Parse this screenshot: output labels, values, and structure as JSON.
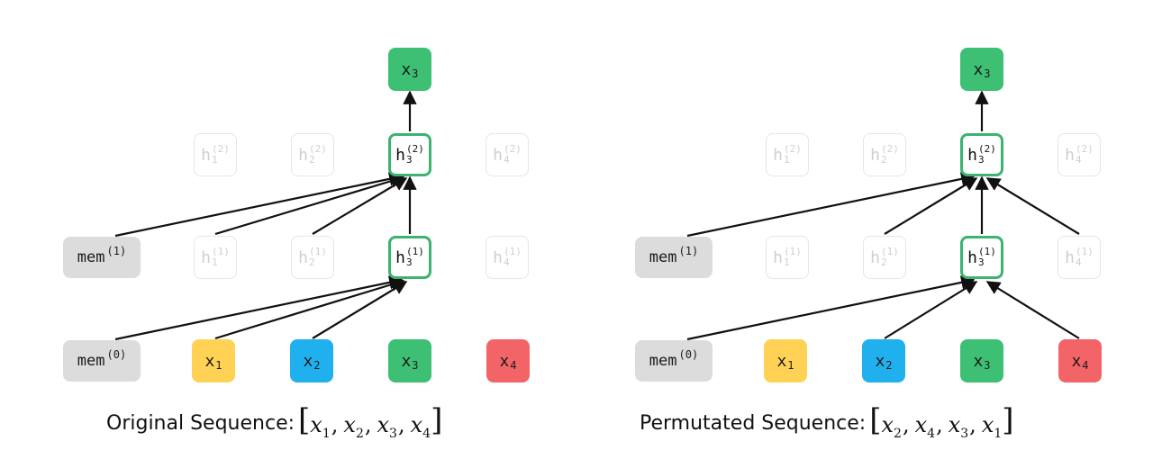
{
  "diagram": {
    "colors": {
      "mem": "#dcdcdc",
      "x1": "#ffd255",
      "x2": "#21b0ee",
      "x3": "#3ec074",
      "x4": "#f36468",
      "active_border": "#3cb371",
      "inactive_border": "#e6e6e6",
      "edge": "#111111"
    },
    "panels": [
      {
        "id": "original",
        "output": {
          "base": "x",
          "sub": "3"
        },
        "mem_top": {
          "base": "mem",
          "sup": "(1)"
        },
        "mem_bottom": {
          "base": "mem",
          "sup": "(0)"
        },
        "h2": [
          {
            "base": "h",
            "sub": "1",
            "sup": "(2)"
          },
          {
            "base": "h",
            "sub": "2",
            "sup": "(2)"
          },
          {
            "base": "h",
            "sub": "3",
            "sup": "(2)"
          },
          {
            "base": "h",
            "sub": "4",
            "sup": "(2)"
          }
        ],
        "h1": [
          {
            "base": "h",
            "sub": "1",
            "sup": "(1)"
          },
          {
            "base": "h",
            "sub": "2",
            "sup": "(1)"
          },
          {
            "base": "h",
            "sub": "3",
            "sup": "(1)"
          },
          {
            "base": "h",
            "sub": "4",
            "sup": "(1)"
          }
        ],
        "inputs": [
          {
            "base": "x",
            "sub": "1"
          },
          {
            "base": "x",
            "sub": "2"
          },
          {
            "base": "x",
            "sub": "3"
          },
          {
            "base": "x",
            "sub": "4"
          }
        ],
        "caption": {
          "label": "Original Sequence:",
          "sequence": [
            {
              "base": "x",
              "sub": "1"
            },
            {
              "base": "x",
              "sub": "2"
            },
            {
              "base": "x",
              "sub": "3"
            },
            {
              "base": "x",
              "sub": "4"
            }
          ]
        }
      },
      {
        "id": "permutated",
        "output": {
          "base": "x",
          "sub": "3"
        },
        "mem_top": {
          "base": "mem",
          "sup": "(1)"
        },
        "mem_bottom": {
          "base": "mem",
          "sup": "(0)"
        },
        "h2": [
          {
            "base": "h",
            "sub": "1",
            "sup": "(2)"
          },
          {
            "base": "h",
            "sub": "2",
            "sup": "(2)"
          },
          {
            "base": "h",
            "sub": "3",
            "sup": "(2)"
          },
          {
            "base": "h",
            "sub": "4",
            "sup": "(2)"
          }
        ],
        "h1": [
          {
            "base": "h",
            "sub": "1",
            "sup": "(1)"
          },
          {
            "base": "h",
            "sub": "2",
            "sup": "(1)"
          },
          {
            "base": "h",
            "sub": "3",
            "sup": "(1)"
          },
          {
            "base": "h",
            "sub": "4",
            "sup": "(1)"
          }
        ],
        "inputs": [
          {
            "base": "x",
            "sub": "1"
          },
          {
            "base": "x",
            "sub": "2"
          },
          {
            "base": "x",
            "sub": "3"
          },
          {
            "base": "x",
            "sub": "4"
          }
        ],
        "caption": {
          "label": "Permutated Sequence:",
          "sequence": [
            {
              "base": "x",
              "sub": "2"
            },
            {
              "base": "x",
              "sub": "4"
            },
            {
              "base": "x",
              "sub": "3"
            },
            {
              "base": "x",
              "sub": "1"
            }
          ]
        }
      }
    ]
  }
}
